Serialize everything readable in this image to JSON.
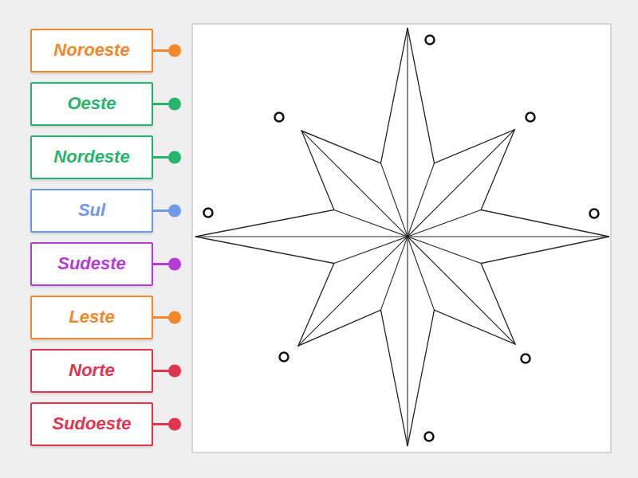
{
  "diagram": {
    "nodes": [
      {
        "text": [
          "Noroeste"
        ]
      },
      {
        "text": [
          "Oeste"
        ]
      },
      {
        "text": [
          "Nordeste"
        ]
      },
      {
        "text": [
          "Sul"
        ]
      },
      {
        "text": [
          "Sudeste"
        ]
      },
      {
        "text": [
          "Leste"
        ]
      },
      {
        "text": [
          "Norte"
        ]
      },
      {
        "text": [
          "Sudoeste"
        ]
      }
    ]
  }
}
